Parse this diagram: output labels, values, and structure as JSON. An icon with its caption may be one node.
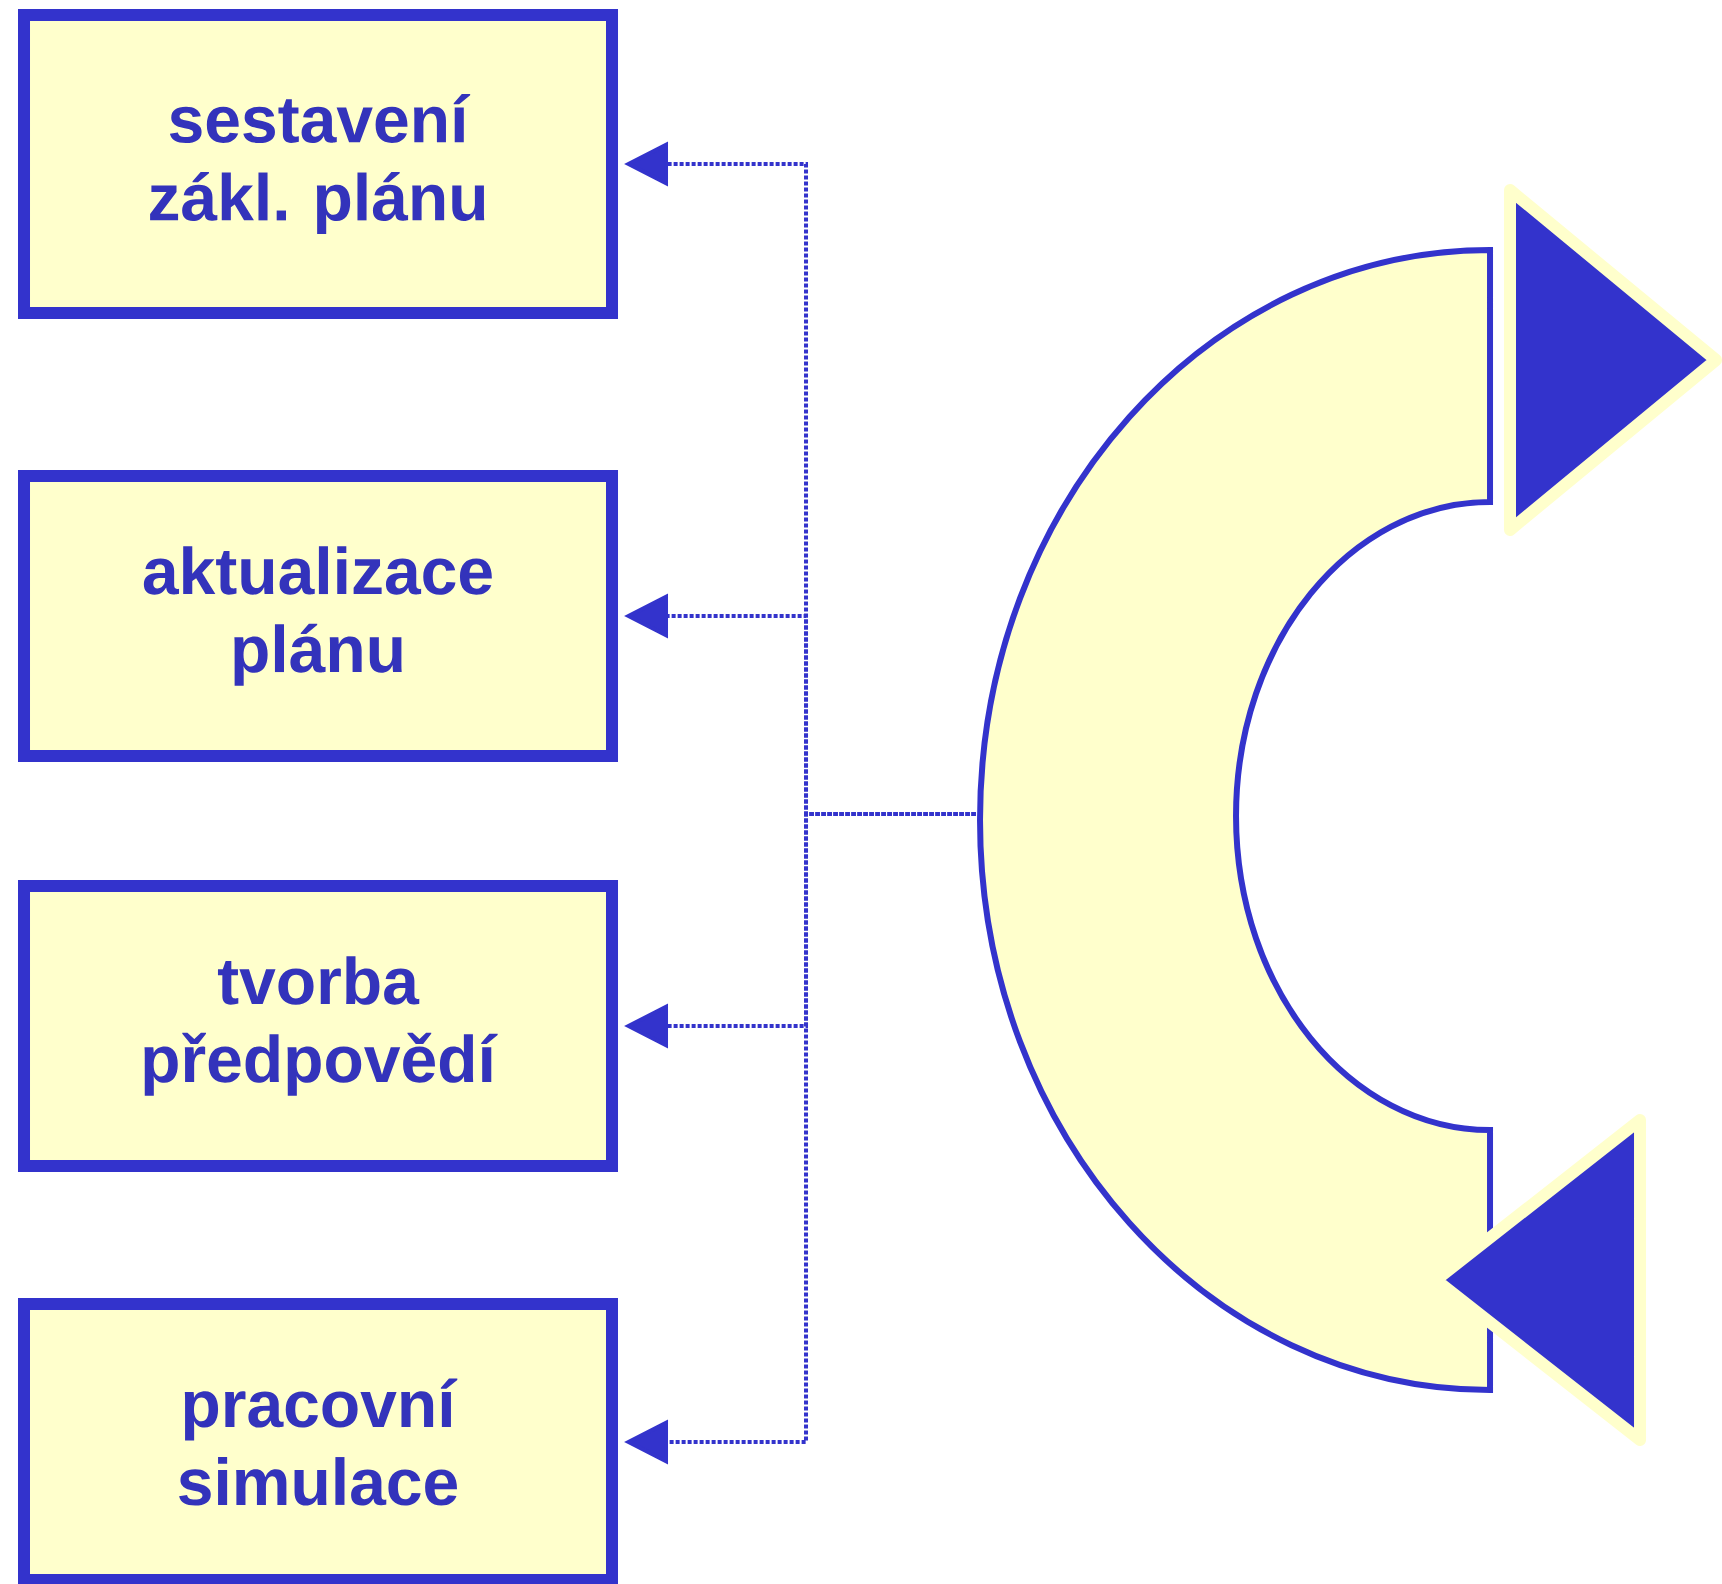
{
  "diagram": {
    "nodes": [
      {
        "text": [
          "sestavení zákl. plánu"
        ]
      },
      {
        "text": [
          "aktualizace plánu"
        ]
      },
      {
        "text": [
          "tvorba předpovědí"
        ]
      },
      {
        "text": [
          "pracovní simulace"
        ]
      },
      {
        "text": [],
        "shape": "arrow"
      }
    ],
    "edges": [
      {
        "from": 4,
        "to": 0,
        "arrow": "to",
        "style": "dashed"
      },
      {
        "from": 4,
        "to": 1,
        "arrow": "to",
        "style": "dashed"
      },
      {
        "from": 4,
        "to": 2,
        "arrow": "to",
        "style": "dashed"
      },
      {
        "from": 4,
        "to": 3,
        "arrow": "to",
        "style": "dashed"
      }
    ]
  }
}
